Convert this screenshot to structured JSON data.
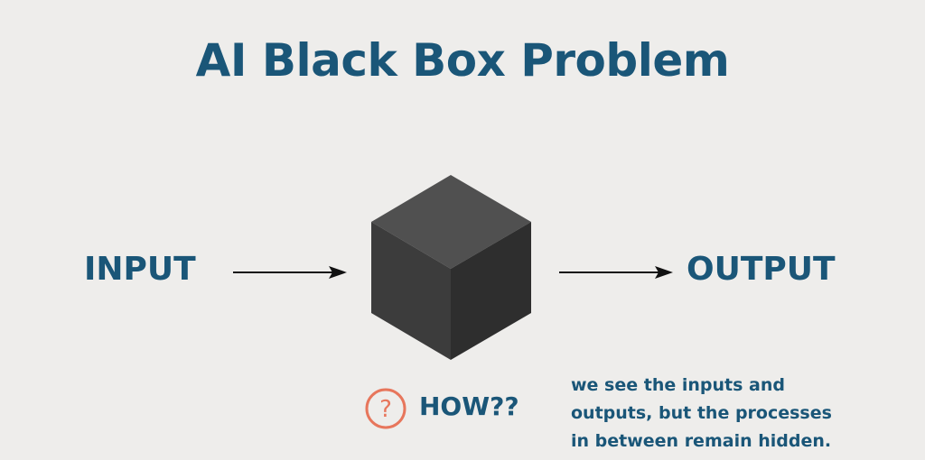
{
  "title": "AI Black Box Problem",
  "input_label": "INPUT",
  "output_label": "OUTPUT",
  "question_label": "HOW??",
  "note_lines": [
    "we see the inputs and",
    "outputs, but the processes",
    "in between remain hidden."
  ],
  "icons": {
    "input_arrow": "arrow-right-icon",
    "output_arrow": "arrow-right-icon",
    "box": "cube-icon",
    "question": "question-circle-icon"
  },
  "colors": {
    "background": "#eeedeb",
    "text": "#1a5678",
    "cube_top": "#505050",
    "cube_left": "#3c3c3c",
    "cube_right": "#2e2e2e",
    "question_icon": "#e7765c"
  }
}
